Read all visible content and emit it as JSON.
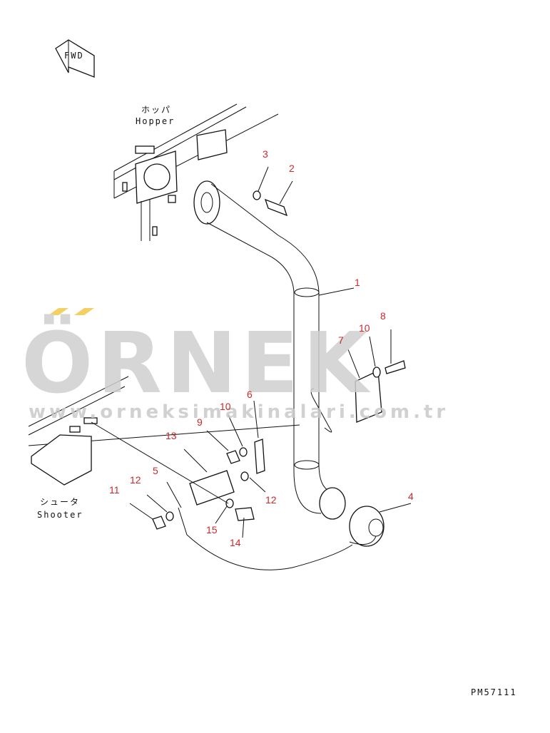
{
  "direction_label": "FWD",
  "hopper_label_jp": "ホッパ",
  "hopper_label_en": "Hopper",
  "shooter_label_jp": "シュータ",
  "shooter_label_en": "Shooter",
  "drawing_code": "PM57111",
  "watermark": {
    "brand": "ÖRNEK",
    "url": "www.orneksimakinalari.com.tr"
  },
  "callouts": [
    {
      "id": "c1",
      "text": "1"
    },
    {
      "id": "c2",
      "text": "2"
    },
    {
      "id": "c3",
      "text": "3"
    },
    {
      "id": "c4",
      "text": "4"
    },
    {
      "id": "c5",
      "text": "5"
    },
    {
      "id": "c6",
      "text": "6"
    },
    {
      "id": "c7",
      "text": "7"
    },
    {
      "id": "c8",
      "text": "8"
    },
    {
      "id": "c9",
      "text": "9"
    },
    {
      "id": "c10a",
      "text": "10"
    },
    {
      "id": "c10b",
      "text": "10"
    },
    {
      "id": "c11",
      "text": "11"
    },
    {
      "id": "c12a",
      "text": "12"
    },
    {
      "id": "c12b",
      "text": "12"
    },
    {
      "id": "c13",
      "text": "13"
    },
    {
      "id": "c14",
      "text": "14"
    },
    {
      "id": "c15",
      "text": "15"
    }
  ],
  "colors": {
    "callout": "#cc2a2a",
    "line": "#111111",
    "watermark": "#cfcfcf"
  }
}
